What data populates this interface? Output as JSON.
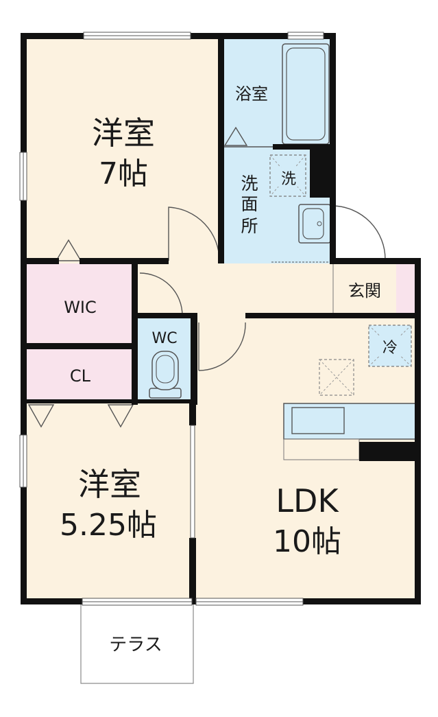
{
  "rooms": {
    "bedroom1": {
      "name": "洋室",
      "size": "7帖"
    },
    "bedroom2": {
      "name": "洋室",
      "size": "5.25帖"
    },
    "ldk": {
      "name": "LDK",
      "size": "10帖"
    },
    "bath": "浴室",
    "washroom": "洗面所",
    "washroom_chars": [
      "洗",
      "面",
      "所"
    ],
    "wic": "WIC",
    "cl": "CL",
    "wc": "WC",
    "entrance": "玄関",
    "terrace": "テラス"
  },
  "fixtures": {
    "washer_symbol": "洗",
    "fridge_symbol": "冷"
  },
  "colors": {
    "room_beige": "#fcf2e0",
    "wet_blue": "#d3ecf8",
    "storage_pink": "#f9e3ec",
    "wall": "#111111"
  }
}
